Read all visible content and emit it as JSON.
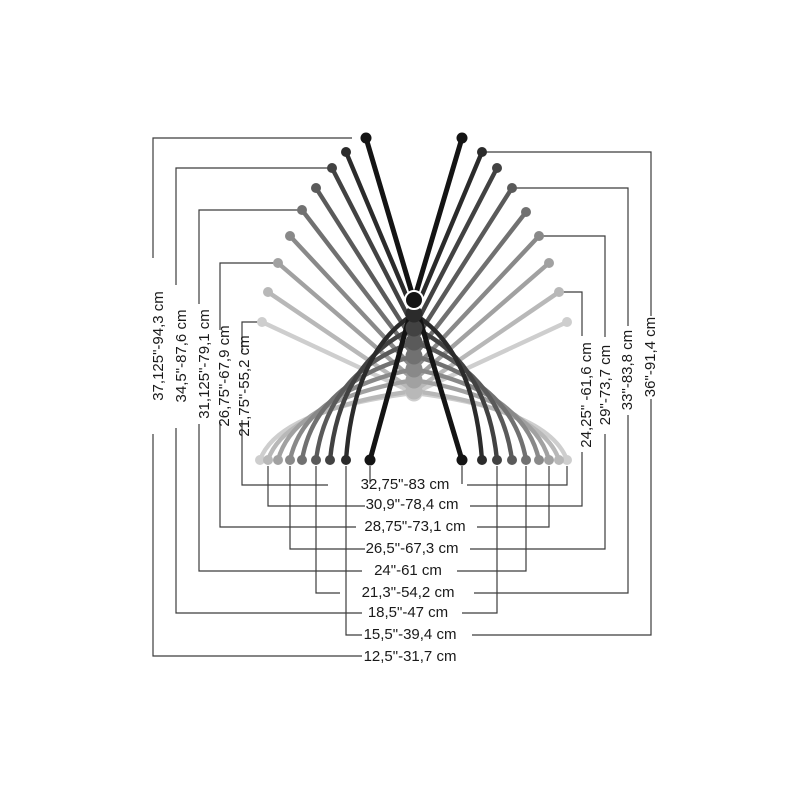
{
  "left_labels": [
    "37,125\"-94,3 cm",
    "34,5\"-87,6 cm",
    "31,125\"-79,1 cm",
    "26,75\"-67,9 cm",
    "21,75\"-55,2 cm"
  ],
  "right_labels": [
    "24,25\" -61,6 cm",
    "29\"-73,7 cm",
    "33\"-83,8 cm",
    "36\"-91,4 cm"
  ],
  "bottom_labels": [
    "32,75\"-83 cm",
    "30,9\"-78,4 cm",
    "28,75\"-73,1 cm",
    "26,5\"-67,3 cm",
    "24\"-61 cm",
    "21,3\"-54,2 cm",
    "18,5\"-47 cm",
    "15,5\"-39,4 cm",
    "12,5\"-31,7 cm"
  ],
  "colors": {
    "shades": [
      "#141414",
      "#2b2b2b",
      "#424242",
      "#5a5a5a",
      "#717171",
      "#898989",
      "#a1a1a1",
      "#b8b8b8",
      "#cecece"
    ],
    "leader": "#3c3c3c",
    "label": "#1a1a1a"
  }
}
